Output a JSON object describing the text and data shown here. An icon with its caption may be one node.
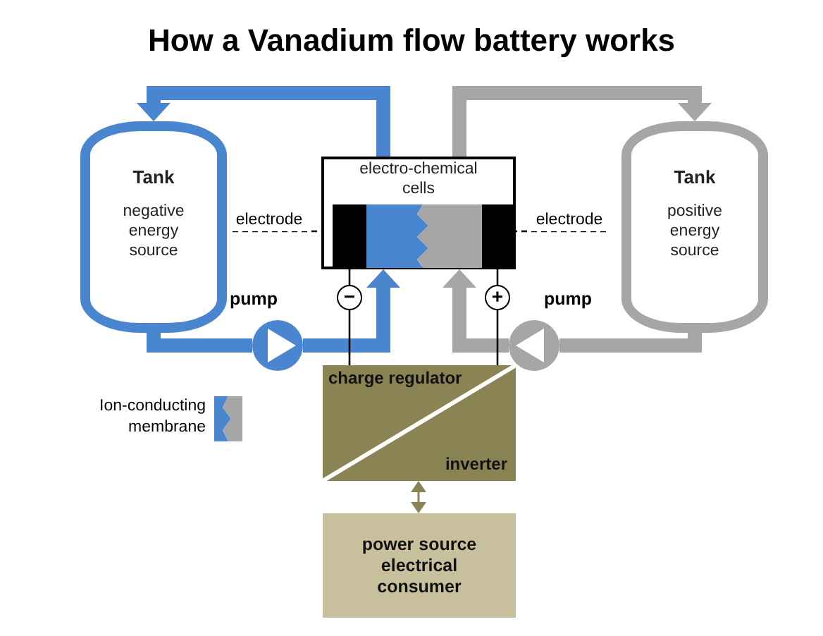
{
  "diagram": {
    "title": "How a Vanadium flow battery works",
    "nodes": [
      {
        "text": [
          "Tank",
          "negative energy source"
        ]
      },
      {
        "text": [
          "electro-chemical cells"
        ]
      },
      {
        "text": [
          "Tank",
          "positive energy source"
        ]
      },
      {
        "text": [],
        "shape": "circle",
        "beside": [
          "pump"
        ]
      },
      {
        "text": [],
        "shape": "circle",
        "beside": [
          "pump"
        ]
      },
      {
        "text": [
          "electrode"
        ]
      },
      {
        "text": [
          "electrode"
        ]
      },
      {
        "text": [],
        "shape": "bar",
        "in": 1
      },
      {
        "text": [],
        "shape": "bar",
        "in": 1
      },
      {
        "text": [
          "charge regulator",
          "inverter"
        ]
      },
      {
        "text": [
          "power source electrical consumer"
        ]
      }
    ],
    "edges": [
      {
        "from": 1,
        "to": 0,
        "arrow": "to",
        "color": "#4a86d0"
      },
      {
        "from": 0,
        "to": 3,
        "arrow": "none",
        "color": "#4a86d0"
      },
      {
        "from": 3,
        "to": 1,
        "arrow": "to",
        "color": "#4a86d0"
      },
      {
        "from": 1,
        "to": 2,
        "arrow": "to",
        "color": "#a6a6a6"
      },
      {
        "from": 2,
        "to": 4,
        "arrow": "none",
        "color": "#a6a6a6"
      },
      {
        "from": 4,
        "to": 1,
        "arrow": "to",
        "color": "#a6a6a6"
      },
      {
        "from": 5,
        "to": 7,
        "arrow": "none",
        "style": "dashed"
      },
      {
        "from": 6,
        "to": 8,
        "arrow": "none",
        "style": "dashed"
      },
      {
        "from": 7,
        "to": 9,
        "arrow": "none",
        "label": "−"
      },
      {
        "from": 8,
        "to": 9,
        "arrow": "none",
        "label": "+"
      },
      {
        "from": 9,
        "to": 10,
        "arrow": "both",
        "color": "#8a8455"
      }
    ],
    "legend": [
      {
        "text": "Ion-conducting membrane"
      }
    ]
  }
}
